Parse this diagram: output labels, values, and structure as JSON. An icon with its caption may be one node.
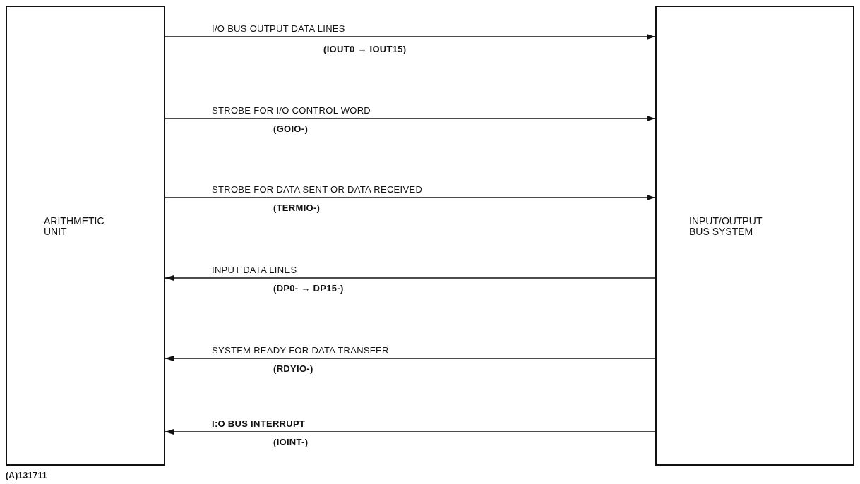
{
  "diagram": {
    "nodes": [
      {
        "text": [
          "ARITHMETIC UNIT"
        ]
      },
      {
        "text": [
          "INPUT/OUTPUT BUS SYSTEM"
        ]
      }
    ],
    "edges": [
      {
        "from": 0,
        "to": 1,
        "arrow": "to",
        "label": "I/O BUS OUTPUT DATA LINES"
      },
      {
        "from": 0,
        "to": 1,
        "arrow": "to",
        "label": "STROBE FOR I/O CONTROL WORD"
      },
      {
        "from": 0,
        "to": 1,
        "arrow": "to",
        "label": "STROBE FOR DATA SENT OR DATA RECEIVED"
      },
      {
        "from": 1,
        "to": 0,
        "arrow": "to",
        "label": "INPUT DATA LINES"
      },
      {
        "from": 1,
        "to": 0,
        "arrow": "to",
        "label": "SYSTEM READY FOR DATA TRANSFER"
      },
      {
        "from": 1,
        "to": 0,
        "arrow": "to",
        "label": "I:O BUS INTERRUPT"
      }
    ],
    "labels": [
      "(IOUT0 → IOUT15)",
      "(GOIO-)",
      "(TERMIO-)",
      "(DP0- → DP15-)",
      "(RDYIO-)",
      "(IOINT-)",
      "(A)131711"
    ]
  }
}
